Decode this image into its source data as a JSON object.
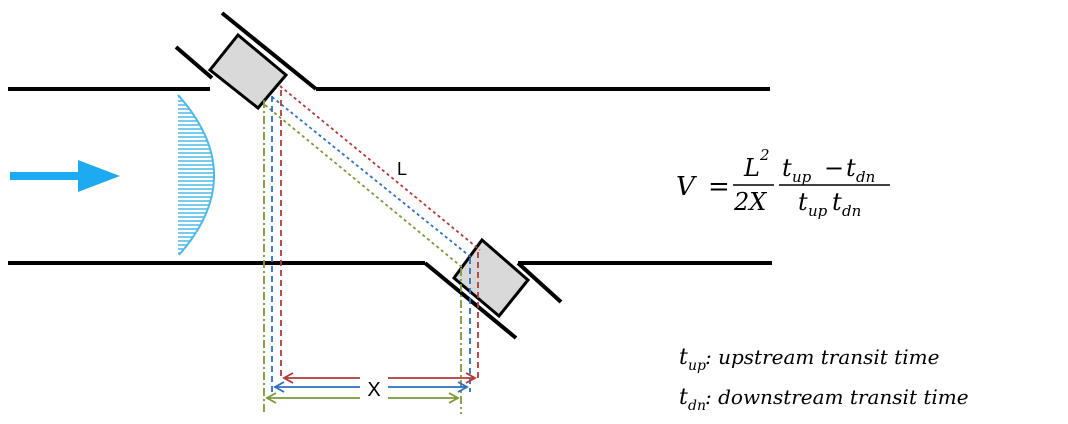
{
  "labels": {
    "path_length": "L",
    "axial_distance": "X"
  },
  "formula": {
    "lhs": "V",
    "equals": "=",
    "numerator_base": "L",
    "numerator_exp": "2",
    "denominator": "2X",
    "top_t1": "t",
    "top_t1_sub": "up",
    "minus": "−",
    "top_t2": "t",
    "top_t2_sub": "dn",
    "bot_t1": "t",
    "bot_t1_sub": "up",
    "bot_t2": "t",
    "bot_t2_sub": "dn"
  },
  "legend": {
    "up_symbol": "t",
    "up_sub": "up",
    "up_text": ": upstream transit time",
    "dn_symbol": "t",
    "dn_sub": "dn",
    "dn_text": ": downstream transit time"
  },
  "colors": {
    "pipe": "#000000",
    "flow_arrow": "#1eaaf0",
    "velocity_profile": "#4eb8e8",
    "transducer_fill": "#d9d9d9",
    "path_red": "#b03a3a",
    "path_blue": "#2e6fc0",
    "path_green": "#7a9a3a"
  }
}
